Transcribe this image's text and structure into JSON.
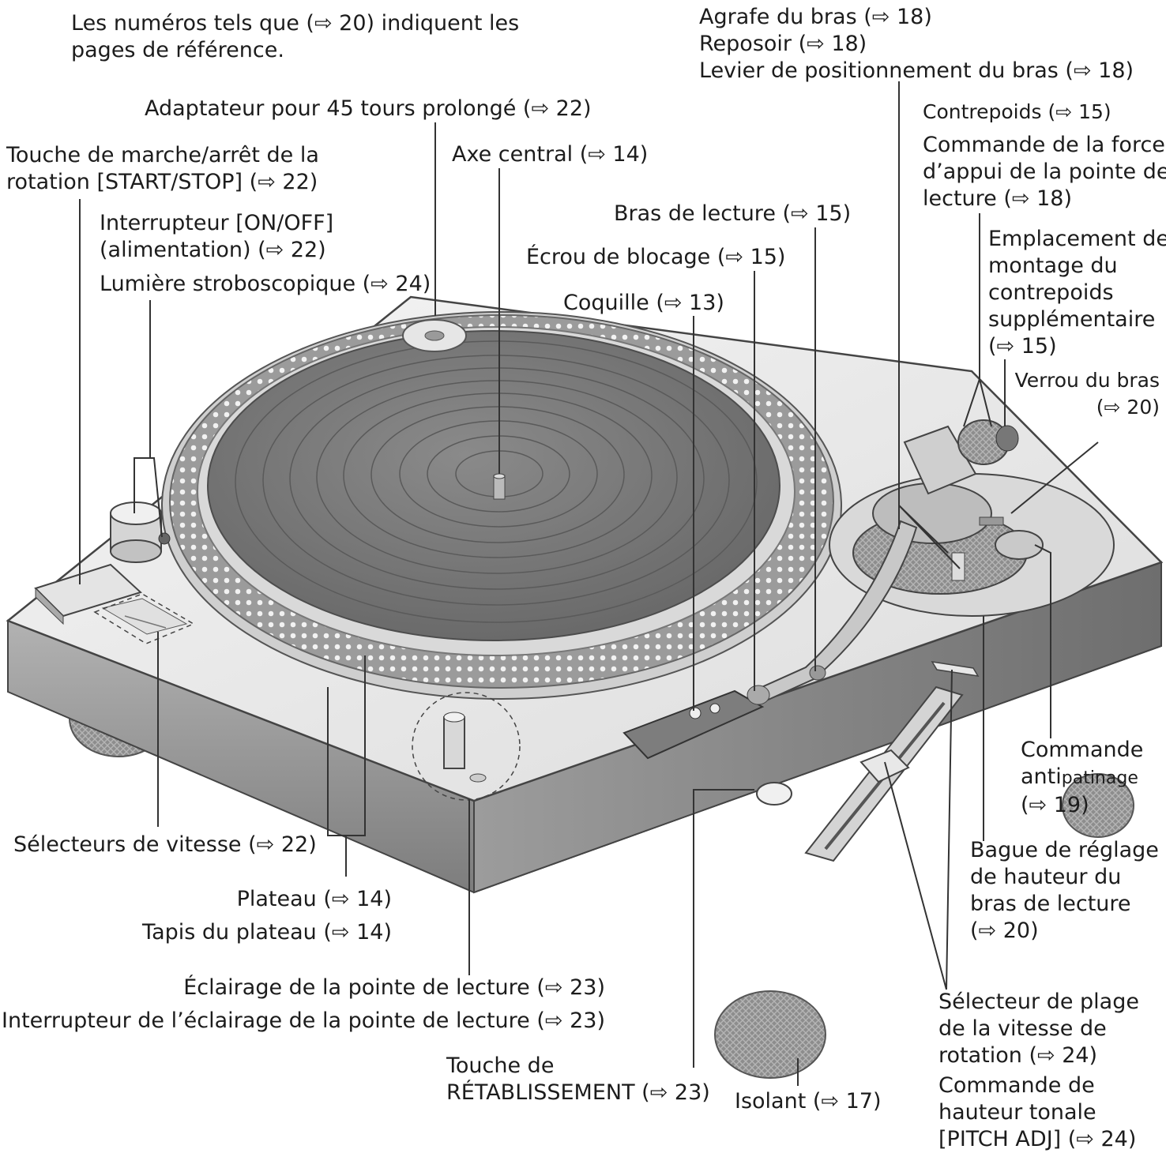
{
  "note": [
    "Les numéros tels que (⇨ 20) indiquent les",
    "pages de référence."
  ],
  "labels": {
    "adaptateur": [
      "Adaptateur pour 45 tours prolongé (⇨ 22)"
    ],
    "touche_start": [
      "Touche de marche/arrêt de la",
      "rotation [START/STOP]  (⇨ 22)"
    ],
    "axe": [
      "Axe central (⇨ 14)"
    ],
    "interrupteur": [
      "Interrupteur [ON/OFF]",
      "(alimentation) (⇨ 22)"
    ],
    "lumiere": [
      "Lumière stroboscopique (⇨ 24)"
    ],
    "bras": [
      "Bras de lecture (⇨ 15)"
    ],
    "ecrou": [
      "Écrou de blocage (⇨ 15)"
    ],
    "coquille": [
      "Coquille (⇨ 13)"
    ],
    "agrafe": [
      "Agrafe du bras (⇨ 18)",
      "Reposoir (⇨ 18)",
      "Levier de positionnement du bras (⇨ 18)"
    ],
    "contrepoids": [
      "Contrepoids (⇨ 15)"
    ],
    "force": [
      "Commande de la force",
      "d’appui de la pointe de",
      "lecture (⇨ 18)"
    ],
    "emplacement": [
      "Emplacement de",
      "montage du",
      "contrepoids",
      "supplémentaire",
      "(⇨ 15)"
    ],
    "verrou": [
      "Verrou du bras",
      "(⇨ 20)"
    ],
    "antipatinage_1": "Commande",
    "antipatinage_2a": "anti",
    "antipatinage_2b": "patinage",
    "antipatinage_3": "(⇨ 19)",
    "bague": [
      "Bague de réglage",
      "de hauteur du",
      "bras de lecture",
      "(⇨ 20)"
    ],
    "selecteurs_vitesse": [
      "Sélecteurs de vitesse (⇨ 22)"
    ],
    "plateau": [
      "Plateau (⇨ 14)",
      "Tapis du plateau (⇨ 14)"
    ],
    "eclairage": [
      "Éclairage de la pointe de lecture (⇨ 23)",
      "Interrupteur de l’éclairage de la pointe de lecture (⇨ 23)"
    ],
    "retablissement": [
      "Touche de",
      "RÉTABLISSEMENT (⇨ 23)"
    ],
    "isolant": [
      "Isolant (⇨ 17)"
    ],
    "selecteur_plage": [
      "Sélecteur de plage",
      "de la vitesse de",
      "rotation (⇨ 24)"
    ],
    "pitch": [
      "Commande de",
      "hauteur tonale",
      "[PITCH ADJ] (⇨ 24)"
    ]
  }
}
